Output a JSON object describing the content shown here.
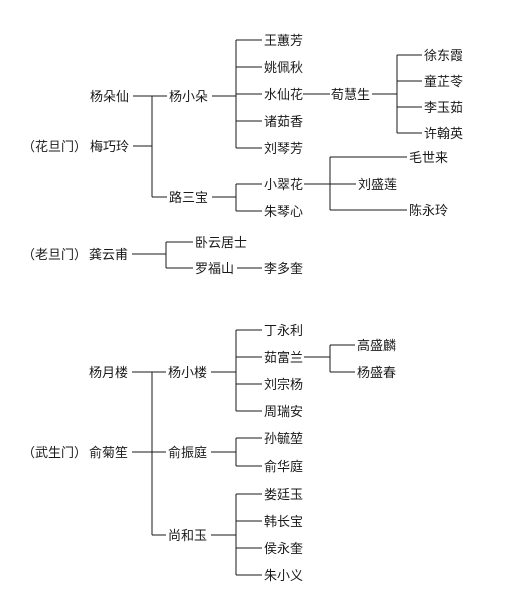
{
  "hua_dan": {
    "category": "（花旦门）",
    "yang_duoxian": "杨朵仙",
    "mei_qiaoling": "梅巧玲",
    "yang_xiaoduo": "杨小朵",
    "lu_sanbao": "路三宝",
    "wang_huifang": "王蕙芳",
    "yao_peiqiu": "姚佩秋",
    "shui_xianhua": "水仙花",
    "zhu_ruxiang": "诸茹香",
    "liu_qinfang_a": "刘琴芳",
    "xun_huisheng": "荀慧生",
    "xu_dongxia": "徐东霞",
    "tong_zhiling": "童芷苓",
    "li_yuru": "李玉茹",
    "xu_hanying": "许翰英",
    "xiao_cuihua": "小翠花",
    "zhu_qinxin": "朱琴心",
    "mao_shilai": "毛世来",
    "liu_shenglian": "刘盛莲",
    "chen_yongling": "陈永玲"
  },
  "lao_dan": {
    "category": "（老旦门）",
    "gong_yunfu": "龚云甫",
    "woyun_jushi": "卧云居士",
    "luo_fushan": "罗福山",
    "li_duokui": "李多奎"
  },
  "wu_sheng": {
    "category": "（武生门）",
    "yang_yuelou": "杨月楼",
    "yu_jusheng": "俞菊笙",
    "yang_xiaolou": "杨小楼",
    "yu_zhenting": "俞振庭",
    "shang_heyu": "尚和玉",
    "ding_yongli": "丁永利",
    "ru_fulan": "茹富兰",
    "liu_zongyang": "刘宗杨",
    "zhou_ruian": "周瑞安",
    "gao_shenglin": "高盛麟",
    "yang_shengchun": "杨盛春",
    "sun_yukun": "孙毓堃",
    "yu_huating": "俞华庭",
    "lou_tingyu": "娄廷玉",
    "han_changbao": "韩长宝",
    "hou_yongkui": "侯永奎",
    "zhu_xiaoyi": "朱小义"
  }
}
